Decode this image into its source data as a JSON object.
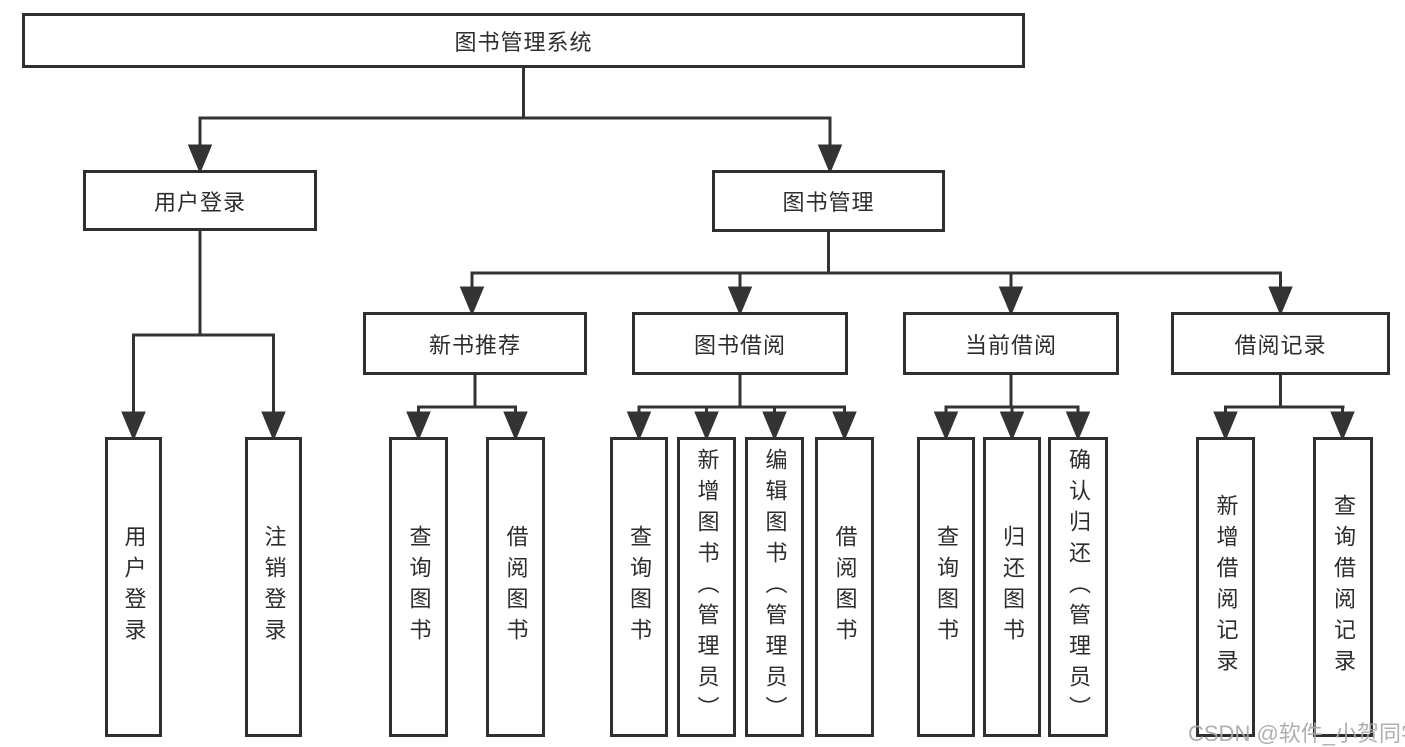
{
  "colors": {
    "background": "#ffffff",
    "line": "#333333",
    "box_border": "#2f2f2f",
    "text": "#2d2d2d",
    "watermark": "#a8a8a8"
  },
  "watermark": {
    "text": "CSDN @软件_小贺同学"
  },
  "diagram": {
    "root": {
      "label": "图书管理系统",
      "children": [
        {
          "label": "用户登录",
          "children": [
            {
              "label": "用户登录"
            },
            {
              "label": "注销登录"
            }
          ]
        },
        {
          "label": "图书管理",
          "children": [
            {
              "label": "新书推荐",
              "children": [
                {
                  "label": "查询图书"
                },
                {
                  "label": "借阅图书"
                }
              ]
            },
            {
              "label": "图书借阅",
              "children": [
                {
                  "label": "查询图书"
                },
                {
                  "label": "新增图书（管理员）"
                },
                {
                  "label": "编辑图书（管理员）"
                },
                {
                  "label": "借阅图书"
                }
              ]
            },
            {
              "label": "当前借阅",
              "children": [
                {
                  "label": "查询图书"
                },
                {
                  "label": "归还图书"
                },
                {
                  "label": "确认归还（管理员）"
                }
              ]
            },
            {
              "label": "借阅记录",
              "children": [
                {
                  "label": "新增借阅记录"
                },
                {
                  "label": "查询借阅记录"
                }
              ]
            }
          ]
        }
      ]
    }
  }
}
